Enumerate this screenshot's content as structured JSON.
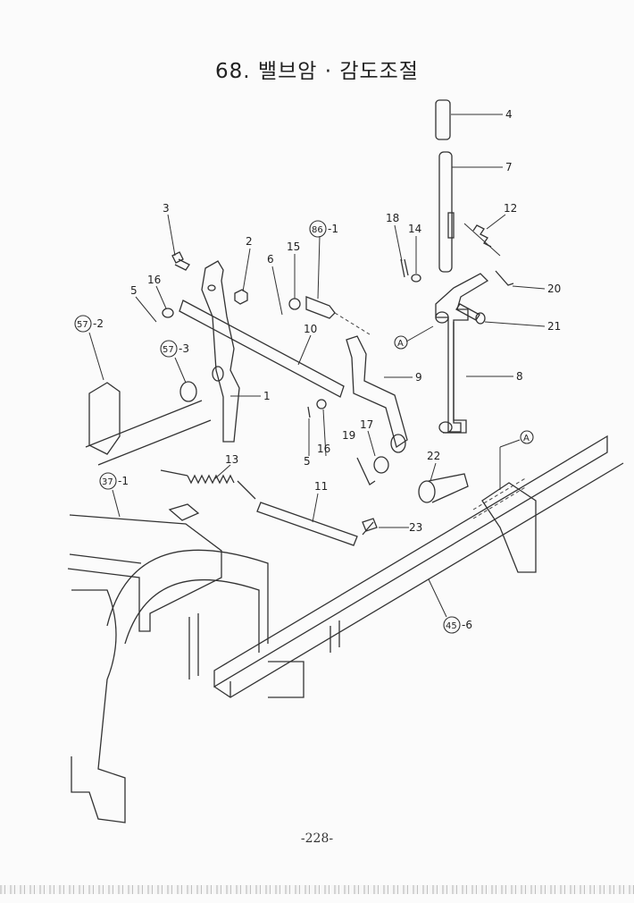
{
  "title": "68. 밸브암 · 감도조절",
  "page_number": "-228-",
  "labels": {
    "p4": "4",
    "p7": "7",
    "p12": "12",
    "p3": "3",
    "p2": "2",
    "p15": "15",
    "p6": "6",
    "p18": "18",
    "p14": "14",
    "p20": "20",
    "p21": "21",
    "p5a": "5",
    "p16a": "16",
    "p10": "10",
    "p9": "9",
    "p8": "8",
    "p1": "1",
    "p17": "17",
    "p19": "19",
    "p5b": "5",
    "p16b": "16",
    "p22": "22",
    "p13": "13",
    "p11": "11",
    "p23": "23"
  },
  "refs": {
    "r86": {
      "circle": "86",
      "suffix": "-1"
    },
    "r57a": {
      "circle": "57",
      "suffix": "-2"
    },
    "r57b": {
      "circle": "57",
      "suffix": "-3"
    },
    "r37": {
      "circle": "37",
      "suffix": "-1"
    },
    "r45": {
      "circle": "45",
      "suffix": "-6"
    },
    "rA1": {
      "circle": "A"
    },
    "rA2": {
      "circle": "A"
    }
  }
}
